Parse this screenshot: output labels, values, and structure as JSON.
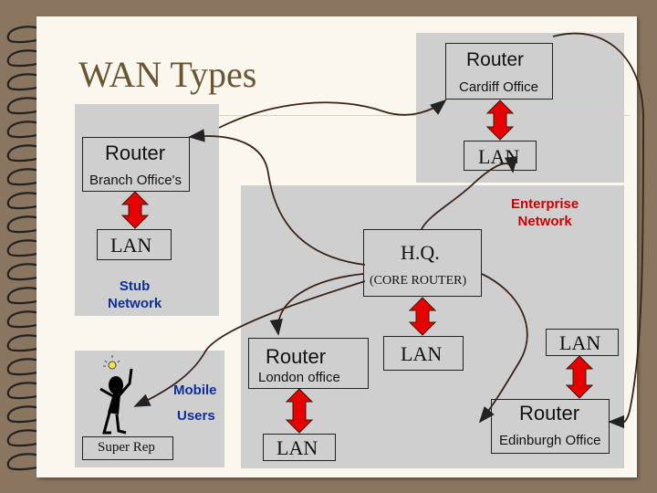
{
  "title": "WAN Types",
  "nodes": {
    "cardiff_router": "Router",
    "cardiff_office": "Cardiff Office",
    "cardiff_lan": "LAN",
    "branch_router": "Router",
    "branch_offices": "Branch Office's",
    "branch_lan": "LAN",
    "stub_network": "Stub\nNetwork",
    "enterprise_network": "Enterprise\nNetwork",
    "hq": "H.Q.",
    "core_router": "(CORE ROUTER)",
    "hq_lan": "LAN",
    "london_router": "Router",
    "london_office": "London office",
    "london_lan": "LAN",
    "edinburgh_lan": "LAN",
    "edinburgh_router": "Router",
    "edinburgh_office": "Edinburgh Office",
    "mobile_users_1": "Mobile",
    "mobile_users_2": "Users",
    "super_rep": "Super Rep"
  },
  "colors": {
    "background": "#8a7660",
    "page": "#faf8ee",
    "panel": "#cfcfcf",
    "title": "#6b5533",
    "bidirectional_arrow": "#e60000",
    "enterprise_text": "#cc0000",
    "stub_text": "#0d2f9a",
    "mobile_text": "#0d2f9a"
  },
  "icons": [
    "spiral-binding-icon",
    "stick-figure-icon",
    "lightbulb-icon",
    "double-arrow-icon"
  ]
}
